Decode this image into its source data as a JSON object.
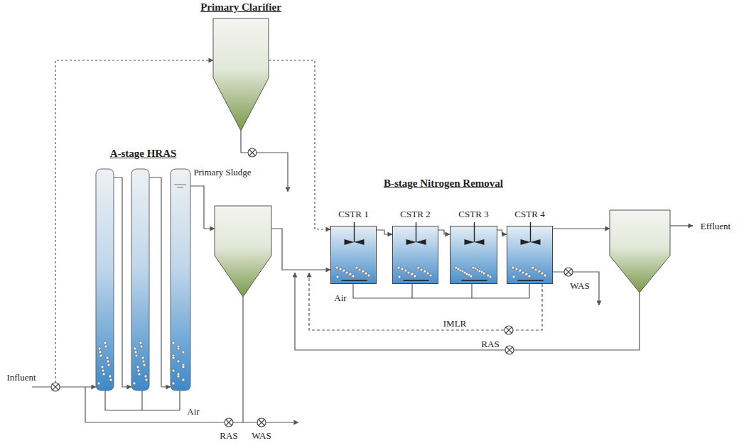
{
  "diagram": {
    "nodes": [
      {
        "text": [
          "Primary Clarifier"
        ]
      },
      {
        "text": [
          "A-stage HRAS"
        ]
      },
      {
        "text": [
          "CSTR 1"
        ]
      },
      {
        "text": [
          "CSTR 2"
        ]
      },
      {
        "text": [
          "CSTR 3"
        ]
      },
      {
        "text": [
          "CSTR 4"
        ]
      }
    ],
    "edges": [
      {
        "from": 0,
        "to": 2,
        "arrow": "to"
      },
      {
        "from": 2,
        "to": 3,
        "arrow": "to"
      },
      {
        "from": 3,
        "to": 4,
        "arrow": "to"
      },
      {
        "from": 4,
        "to": 5,
        "arrow": "to"
      }
    ],
    "labels": [
      "B-stage Nitrogen Removal",
      "Primary Sludge",
      "Effluent",
      "Air",
      "WAS",
      "IMLR",
      "RAS",
      "Influent",
      "Air",
      "RAS",
      "WAS"
    ]
  }
}
